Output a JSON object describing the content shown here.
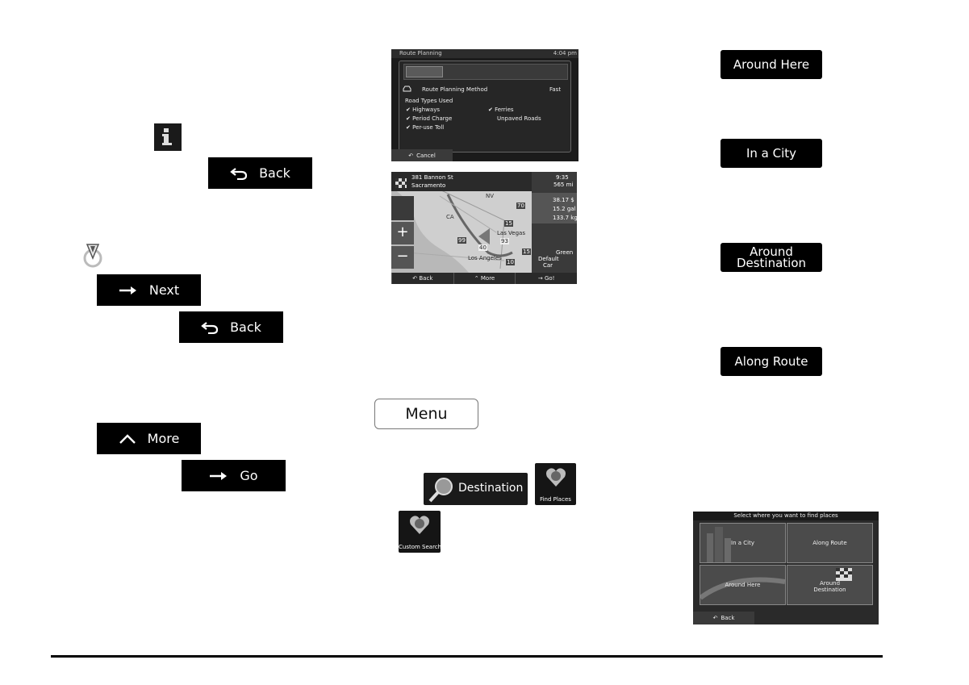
{
  "left_buttons": {
    "back_1": "Back",
    "next": "Next",
    "back_2": "Back",
    "more": "More",
    "go": "Go"
  },
  "menu_button": "Menu",
  "right_buttons": {
    "around_here": "Around Here",
    "in_a_city": "In a City",
    "around_destination_line1": "Around",
    "around_destination_line2": "Destination",
    "along_route": "Along Route"
  },
  "route_planning_screen": {
    "title": "Route Planning",
    "time": "4:04 pm",
    "method_label": "Route Planning Method",
    "method_value": "Fast",
    "road_types_label": "Road Types Used",
    "road_types_checked": [
      "Highways",
      "Period Charge",
      "Per-use Toll",
      "Ferries"
    ],
    "road_types_unchecked": [
      "Unpaved Roads"
    ],
    "cancel": "Cancel"
  },
  "map_screen": {
    "address_line1": "381 Bannon St",
    "address_line2": "Sacramento",
    "time": "9:35",
    "distance": "565",
    "distance_unit": "mi",
    "cost": "38.17",
    "cost_unit": "$",
    "fuel": "15.2",
    "fuel_unit": "gal",
    "co2": "133.7",
    "co2_unit": "kg",
    "route_mode": "Green",
    "vehicle_line1": "Default",
    "vehicle_line2": "Car",
    "labels": {
      "nv": "NV",
      "ca": "CA",
      "las_vegas": "Las Vegas",
      "los_angeles": "Los Angeles"
    },
    "highways": [
      "70",
      "15",
      "99",
      "93",
      "40",
      "15",
      "10"
    ],
    "bottom": [
      "Back",
      "More",
      "Go!"
    ]
  },
  "destination_button": "Destination",
  "find_places_label": "Find Places",
  "custom_search_label": "Custom Search",
  "find_places_screen": {
    "header": "Select where you want to find places",
    "options": [
      "In a City",
      "Along Route",
      "Around Here",
      "Around",
      "Destination"
    ],
    "back": "Back"
  },
  "colors": {
    "button_bg": "#000000",
    "button_text": "#ffffff"
  }
}
